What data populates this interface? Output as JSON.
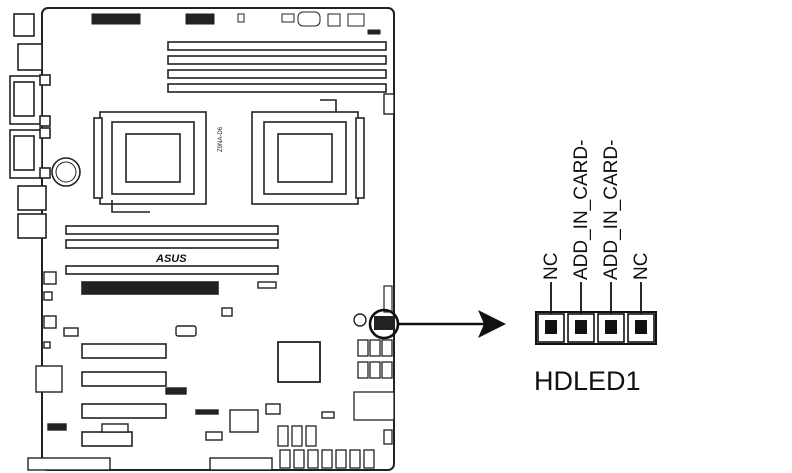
{
  "board": {
    "brand_logo": "ASUS",
    "model_text": "Z9NA-D6",
    "pins_note": "logo lettering reproduced as board silkscreen"
  },
  "connector": {
    "name": "HDLED1",
    "pins": [
      {
        "label": "NC"
      },
      {
        "label": "ADD_IN_CARD-"
      },
      {
        "label": "ADD_IN_CARD-"
      },
      {
        "label": "NC"
      }
    ]
  },
  "colors": {
    "ink": "#111111",
    "board_outline": "#222222",
    "background": "#ffffff"
  }
}
